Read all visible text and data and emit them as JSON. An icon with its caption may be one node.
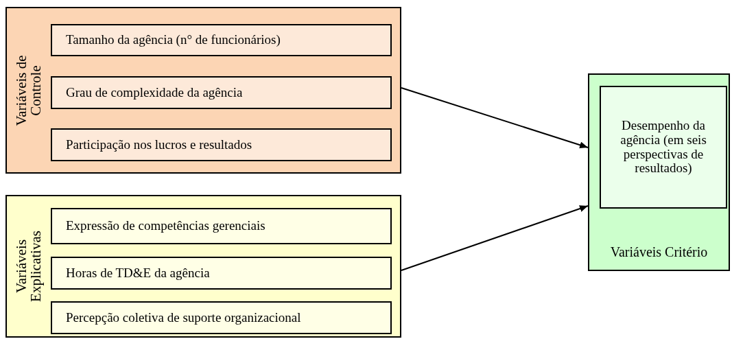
{
  "diagram": {
    "nodes": [
      {
        "text": [
          "Variáveis de Controle"
        ]
      },
      {
        "text": [
          "Tamanho da agência (n° de funcionários)"
        ],
        "in": 0
      },
      {
        "text": [
          "Grau de complexidade da agência"
        ],
        "in": 0
      },
      {
        "text": [
          "Participação nos lucros e resultados"
        ],
        "in": 0
      },
      {
        "text": [
          "Variáveis Explicativas"
        ]
      },
      {
        "text": [
          "Expressão de competências gerenciais"
        ],
        "in": 4
      },
      {
        "text": [
          "Horas de TD&E da agência"
        ],
        "in": 4
      },
      {
        "text": [
          "Percepção coletiva de suporte organizacional"
        ],
        "in": 4
      },
      {
        "text": [
          "Variáveis Critério"
        ]
      },
      {
        "text": [
          "Desempenho da agência (em seis perspectivas de resultados)"
        ],
        "in": 8
      }
    ],
    "edges": [
      {
        "from": 0,
        "to": 8,
        "arrow": "to"
      },
      {
        "from": 4,
        "to": 8,
        "arrow": "to"
      }
    ]
  }
}
